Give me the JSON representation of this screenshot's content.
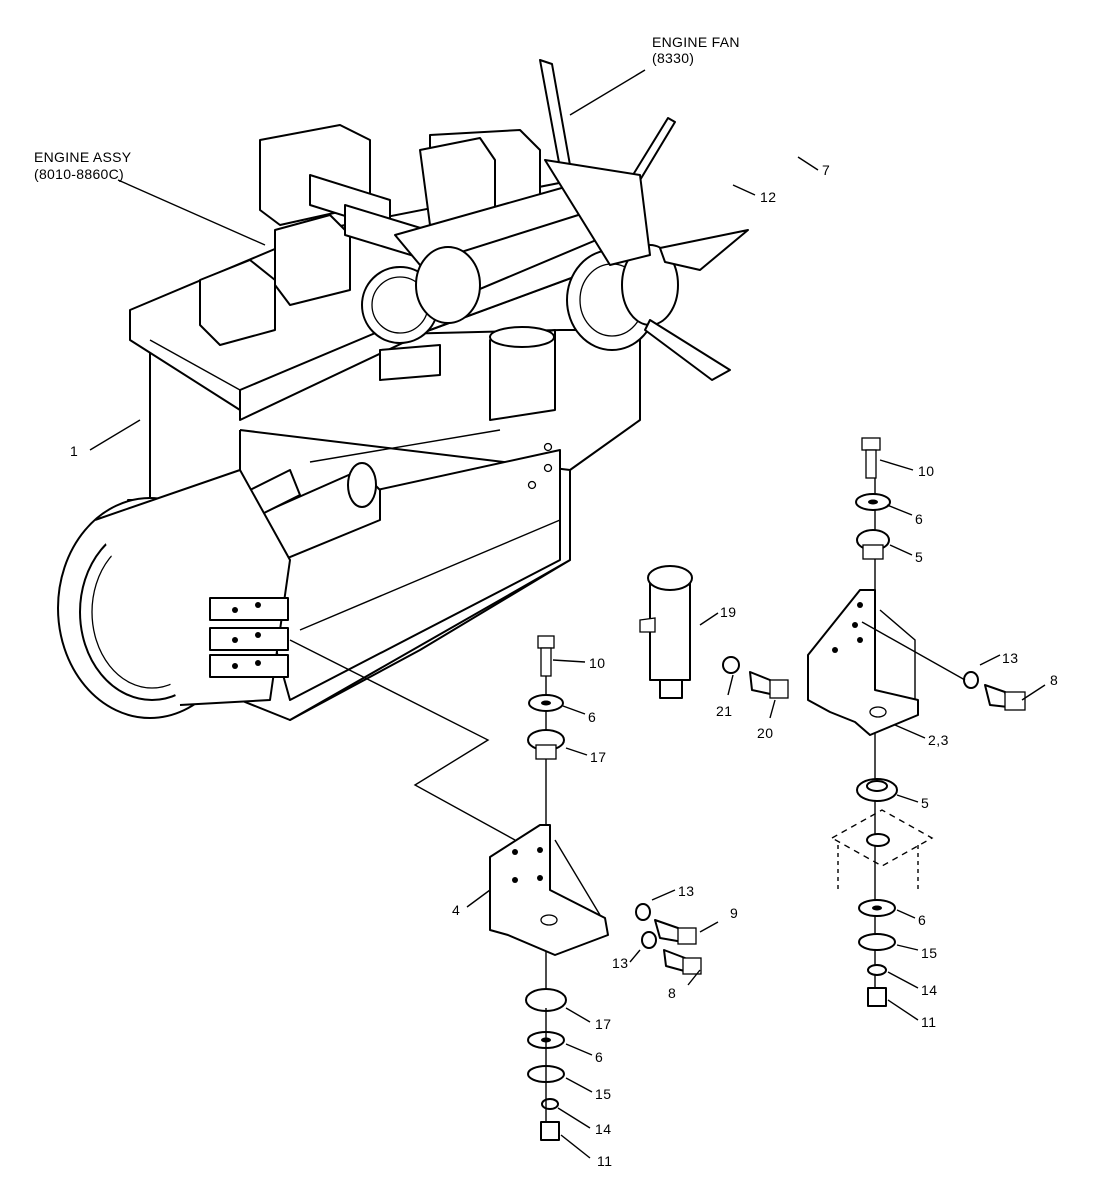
{
  "callouts": {
    "engine_fan": "ENGINE FAN",
    "engine_fan_code": "(8330)",
    "engine_assy": "ENGINE ASSY",
    "engine_assy_code": "(8010-8860C)"
  },
  "part_numbers": {
    "p1": "1",
    "p7": "7",
    "p12": "12",
    "p10_right": "10",
    "p6_right_top": "6",
    "p5_right_top": "5",
    "p13_right": "13",
    "p8_right": "8",
    "p2_3": "2,3",
    "p5_right_bottom": "5",
    "p6_right_bottom": "6",
    "p15_right": "15",
    "p14_right": "14",
    "p11_right": "11",
    "p19": "19",
    "p21": "21",
    "p20": "20",
    "p10_left": "10",
    "p6_left_top": "6",
    "p17_left_top": "17",
    "p4": "4",
    "p13_left_upper": "13",
    "p9": "9",
    "p13_left_lower": "13",
    "p8_left": "8",
    "p17_left_bottom": "17",
    "p6_left_bottom": "6",
    "p15_left": "15",
    "p14_left": "14",
    "p11_left": "11"
  }
}
